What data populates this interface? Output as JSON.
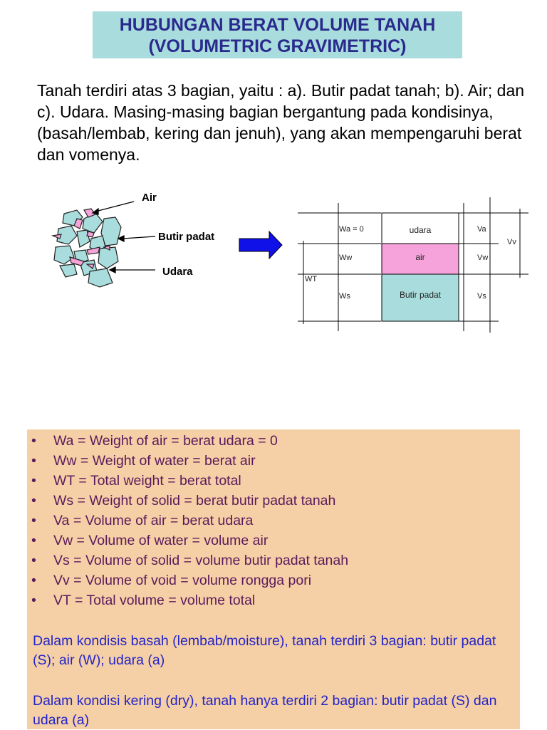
{
  "title": {
    "line1": "HUBUNGAN BERAT VOLUME TANAH",
    "line2": "(VOLUMETRIC GRAVIMETRIC)"
  },
  "intro": "Tanah terdiri atas 3 bagian, yaitu : a). Butir padat tanah; b). Air; dan c). Udara. Masing-masing bagian bergantung pada kondisinya, (basah/lembab, kering dan jenuh), yang akan mempengaruhi berat dan vomenya.",
  "diagram": {
    "soil_labels": {
      "air": "Air",
      "butir": "Butir padat",
      "udara": "Udara"
    },
    "phase_names": {
      "udara": "udara",
      "air": "air",
      "butir": "Butir padat"
    },
    "weights": {
      "wa": "Wa = 0",
      "ww": "Ww",
      "ws": "Ws",
      "wt": "WT"
    },
    "volumes": {
      "va": "Va",
      "vw": "Vw",
      "vs": "Vs",
      "vv": "Vv"
    },
    "colors": {
      "grain": "#a9dcdc",
      "water": "#f5a3da",
      "arrow": "#1010e8"
    }
  },
  "legend": {
    "bullet": "•",
    "items": [
      "Wa   = Weight of air = berat udara = 0",
      "Ww = Weight of water = berat air",
      "WT = Total weight = berat total",
      "Ws = Weight of solid = berat butir padat tanah",
      "Va = Volume of air = berat udara",
      "Vw = Volume of water = volume air",
      "Vs = Volume of solid = volume butir padat tanah",
      "Vv = Volume of void = volume rongga pori",
      "VT = Total volume = volume total"
    ],
    "notes": [
      "Dalam kondisis basah (lembab/moisture), tanah terdiri 3 bagian: butir padat (S); air (W); udara (a)",
      "Dalam kondisi kering (dry), tanah hanya terdiri 2 bagian: butir padat (S) dan udara (a)"
    ]
  }
}
